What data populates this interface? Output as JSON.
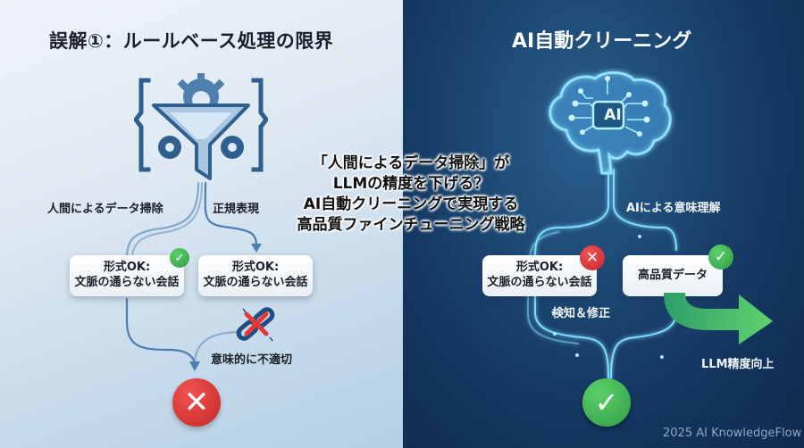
{
  "left_panel": {
    "title": "誤解①：ルールベース処理の限界",
    "icon": "funnel-gears-icon",
    "labels": {
      "human_cleaning": "人間によるデータ掃除",
      "regex": "正規表現",
      "semantically_inappropriate": "意味的に不適切"
    },
    "cards": [
      {
        "line1": "形式OK:",
        "line2": "文脈の通らない会話",
        "badge": "check",
        "badge_color": "#3aa655"
      },
      {
        "line1": "形式OK:",
        "line2": "文脈の通らない会話",
        "badge": "none"
      }
    ],
    "broken_link_icon": "broken-link-icon",
    "result": {
      "icon": "x-circle",
      "color": "#d32f2f"
    },
    "colors": {
      "line": "#4a7fb0",
      "title": "#1a1f2b"
    }
  },
  "headline": {
    "lines": [
      "「人間によるデータ掃除」が",
      "LLMの精度を下げる？",
      "AI自動クリーニングで実現する",
      "高品質ファインチューニング戦略"
    ]
  },
  "right_panel": {
    "title": "AI自動クリーニング",
    "icon": "ai-brain-icon",
    "brain_chip_label": "AI",
    "labels": {
      "semantic_understanding": "AIによる意味理解",
      "detect_fix": "検知＆修正",
      "llm_accuracy_up": "LLM精度向上"
    },
    "cards": [
      {
        "line1": "形式OK:",
        "line2": "文脈の通らない会話",
        "badge": "x",
        "badge_color": "#d32f2f"
      },
      {
        "line1": "高品質データ",
        "badge": "check",
        "badge_color": "#3aa655"
      }
    ],
    "arrow_color": "#4fcf6f",
    "result": {
      "icon": "check-circle",
      "color": "#3aa655"
    },
    "glow_color": "#6fd3ff"
  },
  "footer": {
    "credit": "2025 AI KnowledgeFlow"
  }
}
